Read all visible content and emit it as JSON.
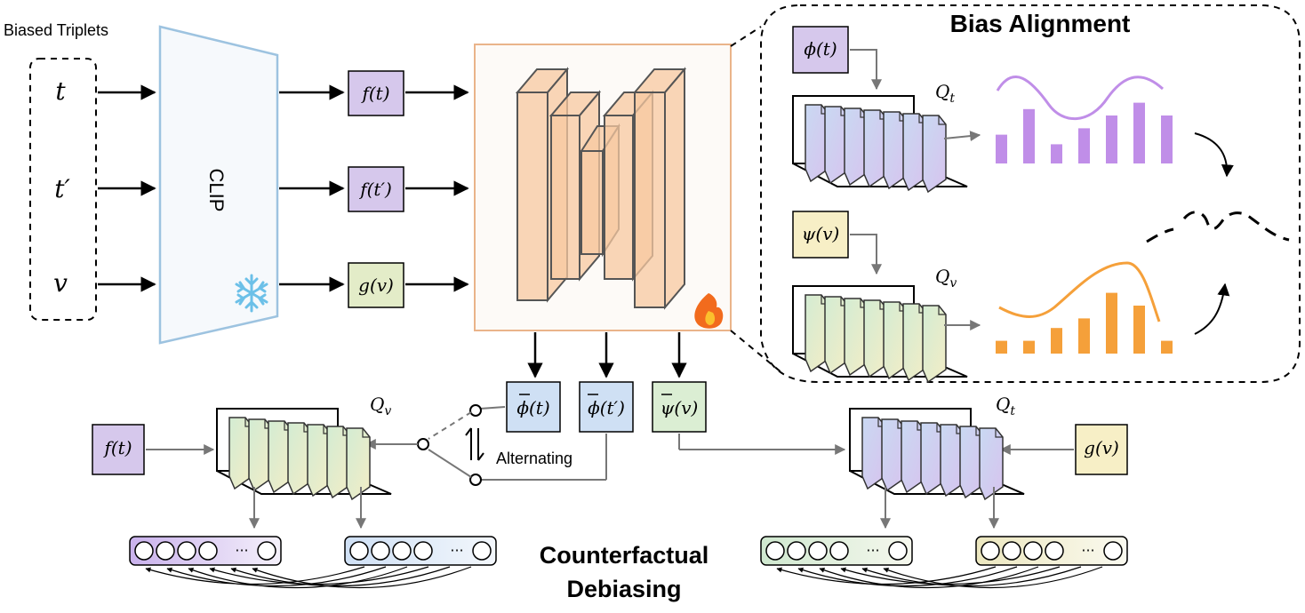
{
  "inputs": {
    "group_label": "Biased Triplets",
    "t": "t",
    "t_prime": "t′",
    "v": "v"
  },
  "encoder": {
    "label": "CLIP",
    "frozen_icon": "snowflake-icon"
  },
  "features": {
    "f_t": "f(t)",
    "f_t_prime": "f(t′)",
    "g_v": "g(v)"
  },
  "network": {
    "trainable_icon": "fire-icon"
  },
  "outputs": {
    "phi_bar_t": "ϕ(t)",
    "phi_bar_t_prime": "ϕ(t′)",
    "psi_bar_v": "ψ(v)"
  },
  "switch": {
    "label": "Alternating"
  },
  "bias_alignment": {
    "title": "Bias Alignment",
    "phi_t": "ϕ(t)",
    "psi_v": "ψ(v)",
    "queue_t_label": "Q",
    "queue_t_sub": "t",
    "queue_v_label": "Q",
    "queue_v_sub": "v",
    "purple_bars": [
      0.45,
      0.85,
      0.3,
      0.55,
      0.75,
      0.95,
      0.75
    ],
    "orange_bars": [
      0.2,
      0.2,
      0.4,
      0.55,
      0.95,
      0.75,
      0.2
    ]
  },
  "counterfactual": {
    "title_line1": "Counterfactual",
    "title_line2": "Debiasing",
    "left_feature": "f(t)",
    "right_feature": "g(v)",
    "left_queue_label": "Q",
    "left_queue_sub": "v",
    "right_queue_label": "Q",
    "right_queue_sub": "t",
    "ellipsis": "···"
  },
  "colors": {
    "purple": "#c08ee8",
    "orange": "#f5a03a",
    "feature_purple": "#d6c8ec",
    "feature_green": "#e3ecc8",
    "output_blue": "#cfe0f4",
    "output_green": "#dbeed3",
    "input_yellow": "#f7efc6",
    "clip_blue": "#9dc3e0",
    "network_orange": "#f7c8a0",
    "snowflake": "#6cc0e8"
  }
}
